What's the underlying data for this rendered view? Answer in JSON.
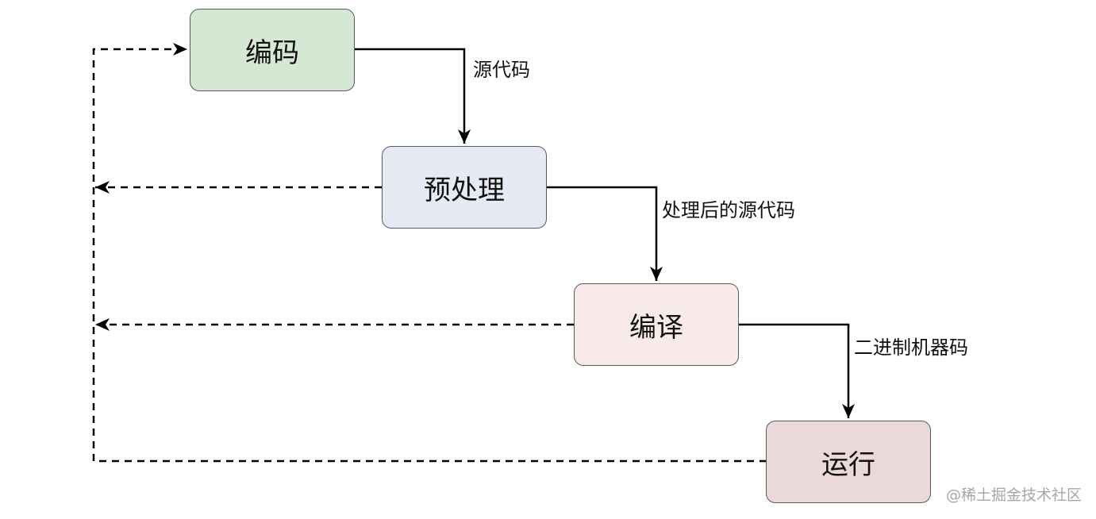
{
  "diagram": {
    "nodes": [
      {
        "id": "coding",
        "label": "编码",
        "color": "#d5e8d4"
      },
      {
        "id": "preprocess",
        "label": "预处理",
        "color": "#e6eaf4"
      },
      {
        "id": "compile",
        "label": "编译",
        "color": "#f9eaea"
      },
      {
        "id": "run",
        "label": "运行",
        "color": "#ebd9d9"
      }
    ],
    "edges": [
      {
        "from": "coding",
        "to": "preprocess",
        "label": "源代码",
        "style": "solid"
      },
      {
        "from": "preprocess",
        "to": "compile",
        "label": "处理后的源代码",
        "style": "solid"
      },
      {
        "from": "compile",
        "to": "run",
        "label": "二进制机器码",
        "style": "solid"
      },
      {
        "from": "preprocess",
        "to": "coding",
        "label": "",
        "style": "dashed"
      },
      {
        "from": "compile",
        "to": "coding",
        "label": "",
        "style": "dashed"
      },
      {
        "from": "run",
        "to": "coding",
        "label": "",
        "style": "dashed"
      }
    ]
  },
  "watermark": "@稀土掘金技术社区"
}
